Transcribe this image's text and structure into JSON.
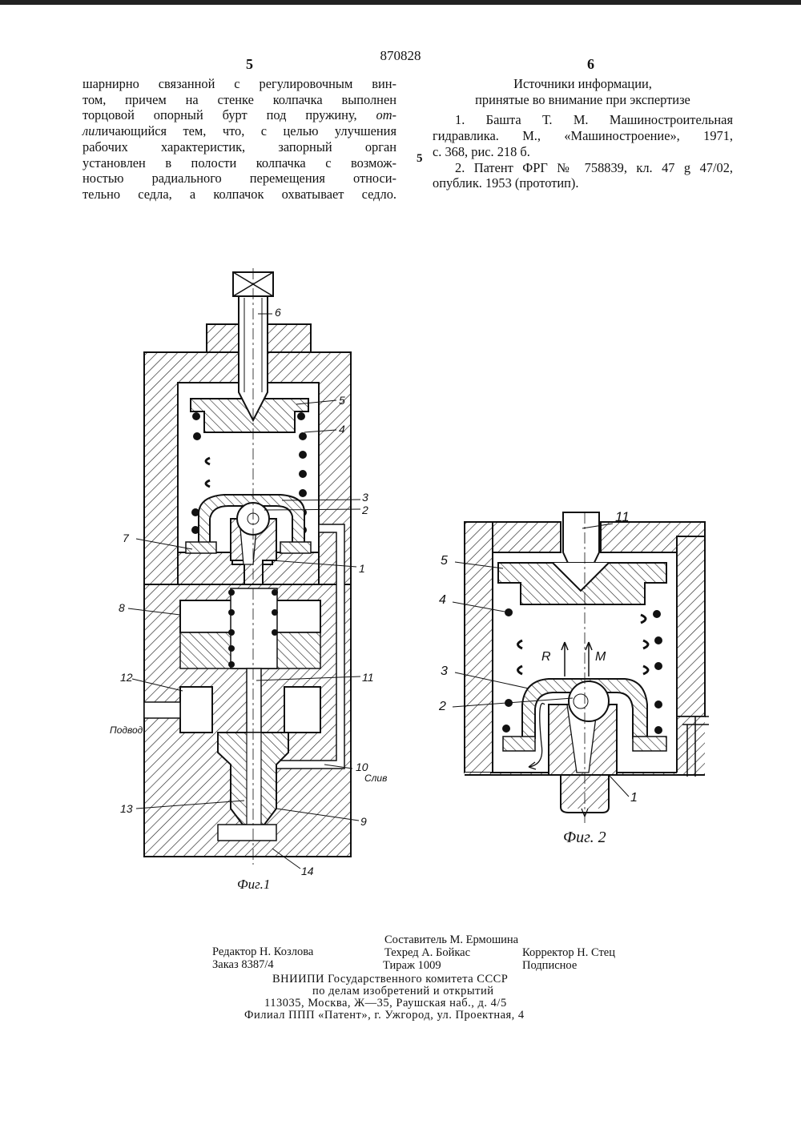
{
  "header": {
    "patent_number": "870828",
    "left_column_number": "5",
    "right_column_number": "6",
    "margin_line_number": "5"
  },
  "left_column": {
    "lines": [
      "шарнирно связанной с регулировочным вин-",
      "том, причем на стенке колпачка выполнен",
      "торцовой опорный бурт под пружину, ",
      "личающийся тем, что, с целью улучшения",
      "рабочих характеристик, запорный орган",
      "установлен в полости колпачка с возмож-",
      "ностью радиального перемещения относи-",
      "тельно седла, а колпачок охватывает седло."
    ],
    "italic_part_1": "от-",
    "italic_part_2": "ли"
  },
  "right_column": {
    "sources_title_1": "Источники информации,",
    "sources_title_2": "принятые во внимание при экспертизе",
    "ref1_line1": "1. Башта Т. М. Машиностроительная",
    "ref1_line2": "гидравлика. М., «Машиностроение», 1971,",
    "ref1_line3": "с. 368, рис. 218 б.",
    "ref2_line1": "2. Патент ФРГ № 758839, кл. 47 g 47/02,",
    "ref2_line2": "опублик. 1953 (прототип)."
  },
  "figure1": {
    "caption": "Фиг.1",
    "labels": [
      "6",
      "5",
      "4",
      "3",
      "2",
      "7",
      "1",
      "8",
      "11",
      "12",
      "Подвод",
      "10",
      "Слив",
      "13",
      "9",
      "14"
    ]
  },
  "figure2": {
    "caption": "Фиг. 2",
    "labels": [
      "11",
      "5",
      "4",
      "R",
      "M",
      "3",
      "2",
      "1"
    ]
  },
  "footer": {
    "composer": "Составитель М. Ермошина",
    "editor": "Редактор Н. Козлова",
    "techred": "Техред А. Бойкас",
    "corrector": "Корректор Н. Стец",
    "order": "Заказ 8387/4",
    "circulation": "Тираж 1009",
    "subscription": "Подписное",
    "org1": "ВНИИПИ Государственного комитета СССР",
    "org2": "по делам изобретений и открытий",
    "address": "113035, Москва, Ж—35, Раушская наб., д. 4/5",
    "branch": "Филиал ППП «Патент», г. Ужгород, ул. Проектная, 4"
  }
}
